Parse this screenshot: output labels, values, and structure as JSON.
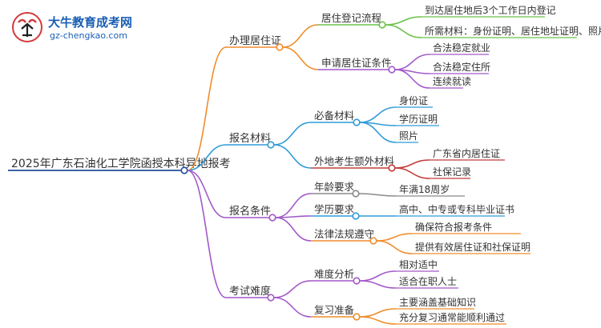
{
  "logo": {
    "name": "大牛教育成考网",
    "url": "gz-chengkao.com"
  },
  "colors": {
    "root": "#1f4e9c",
    "branch1": "#f08c2a",
    "branch2": "#2f9bd8",
    "branch3": "#a259c9",
    "l2_green": "#6cc24a",
    "l2_purple": "#a259c9",
    "l2_blue": "#2f9bd8",
    "l2_red": "#c43b3b",
    "l2_gray": "#8a8a8a",
    "l2_orange": "#f08c2a"
  },
  "root": {
    "label": "2025年广东石油化工学院函授本科异地报考"
  },
  "branches": [
    {
      "label": "办理居住证",
      "children": [
        {
          "label": "居住登记流程",
          "leaves": [
            "到达居住地后3个工作日内登记",
            "所需材料：身份证明、居住地址证明、照片"
          ]
        },
        {
          "label": "申请居住证条件",
          "leaves": [
            "合法稳定就业",
            "合法稳定住所",
            "连续就读"
          ]
        }
      ]
    },
    {
      "label": "报名材料",
      "children": [
        {
          "label": "必备材料",
          "leaves": [
            "身份证",
            "学历证明",
            "照片"
          ]
        },
        {
          "label": "外地考生额外材料",
          "leaves": [
            "广东省内居住证",
            "社保记录"
          ]
        }
      ]
    },
    {
      "label": "报名条件",
      "children": [
        {
          "label": "年龄要求",
          "leaves": [
            "年满18周岁"
          ]
        },
        {
          "label": "学历要求",
          "leaves": [
            "高中、中专或专科毕业证书"
          ]
        },
        {
          "label": "法律法规遵守",
          "leaves": [
            "确保符合报考条件",
            "提供有效居住证和社保证明"
          ]
        }
      ]
    },
    {
      "label": "考试难度",
      "children": [
        {
          "label": "难度分析",
          "leaves": [
            "相对适中",
            "适合在职人士"
          ]
        },
        {
          "label": "复习准备",
          "leaves": [
            "主要涵盖基础知识",
            "充分复习通常能顺利通过"
          ]
        }
      ]
    }
  ]
}
